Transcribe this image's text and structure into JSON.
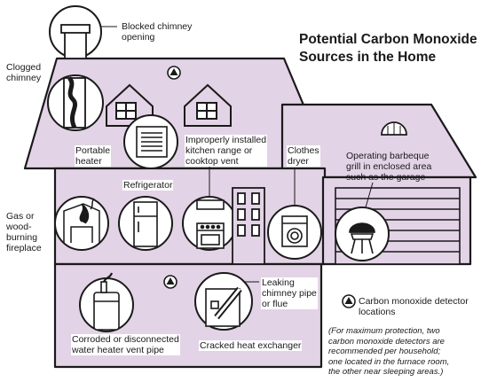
{
  "title": "Potential Carbon Monoxide\nSources in the Home",
  "labels": {
    "blocked_chimney": "Blocked chimney\nopening",
    "clogged_chimney": "Clogged\nchimney",
    "portable_heater": "Portable\nheater",
    "kitchen_range": "Improperly installed\nkitchen range or\ncooktop vent",
    "clothes_dryer": "Clothes\ndryer",
    "barbeque": "Operating barbeque\ngrill in enclosed area\nsuch as the garage",
    "refrigerator": "Refrigerator",
    "fireplace": "Gas or\nwood-\nburning\nfireplace",
    "leaking_chimney": "Leaking\nchimney pipe\nor flue",
    "water_heater": "Corroded or disconnected\nwater heater vent pipe",
    "heat_exchanger": "Cracked heat exchanger"
  },
  "legend": {
    "text": "Carbon monoxide detector\nlocations",
    "note": "(For maximum protection, two\ncarbon monoxide detectors are\nrecommended per household;\none located in the furnace room,\nthe other near sleeping areas.)"
  },
  "colors": {
    "house_fill": "#e3d3e6",
    "outline": "#1a1a1a"
  }
}
